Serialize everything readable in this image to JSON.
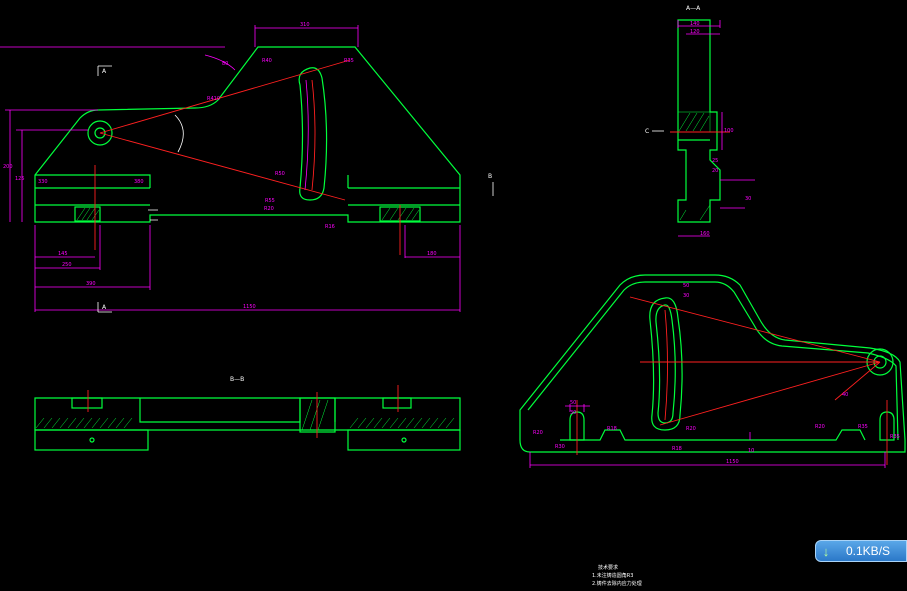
{
  "drawing": {
    "section_aa": "A—A",
    "section_bb": "B—B",
    "marker_a": "A",
    "marker_b": "B",
    "marker_c": "C",
    "dims_main": {
      "top": "310",
      "d1": "80",
      "d2": "R40",
      "d3": "R35",
      "d4": "R410",
      "d5": "R50",
      "d6": "R55",
      "d7": "R20",
      "d8": "R16",
      "d9": "330",
      "d10": "380",
      "w1": "145",
      "w2": "250",
      "w3": "390",
      "w4": "180",
      "total": "1150",
      "h1": "200",
      "h2": "125"
    },
    "dims_section": {
      "a1": "140",
      "a2": "120",
      "a3": "100",
      "a4": "25",
      "a5": "20",
      "a6": "160",
      "a7": "30"
    },
    "dims_iso": {
      "i1": "50",
      "i2": "30",
      "i3": "R20",
      "i4": "R30",
      "i5": "R18",
      "i6": "R20",
      "i7": "R18",
      "i8": "R20",
      "i9": "R35",
      "i10": "R35",
      "i11": "1150",
      "i12": "10",
      "i13": "40"
    },
    "notes": {
      "title": "技术要求",
      "line1": "1.未注铸造圆角R3",
      "line2": "2.铸件去除内应力处理"
    }
  },
  "status": {
    "download_rate": "0.1KB/S"
  },
  "colors": {
    "background": "#000000",
    "outline": "#00ff3c",
    "dimension": "#ff00ff",
    "centerline": "#ff2020",
    "badge": "#3b8ad8"
  },
  "icons": {
    "download": "down-arrow-icon"
  }
}
